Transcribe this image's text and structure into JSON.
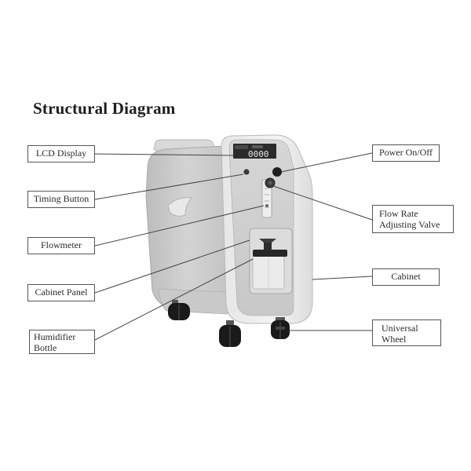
{
  "title": "Structural Diagram",
  "labels": {
    "lcd_display": "LCD Display",
    "timing_button": "Timing Button",
    "flowmeter": "Flowmeter",
    "cabinet_panel": "Cabinet Panel",
    "humidifier_bottle": [
      "Humidifier",
      "Bottle"
    ],
    "power_on_off": "Power On/Off",
    "flow_rate_adjusting_valve": [
      "Flow Rate",
      "Adjusting Valve"
    ],
    "cabinet": "Cabinet",
    "universal_wheel": [
      "Universal",
      "Wheel"
    ]
  },
  "device": {
    "lcd_readout": "0000"
  }
}
